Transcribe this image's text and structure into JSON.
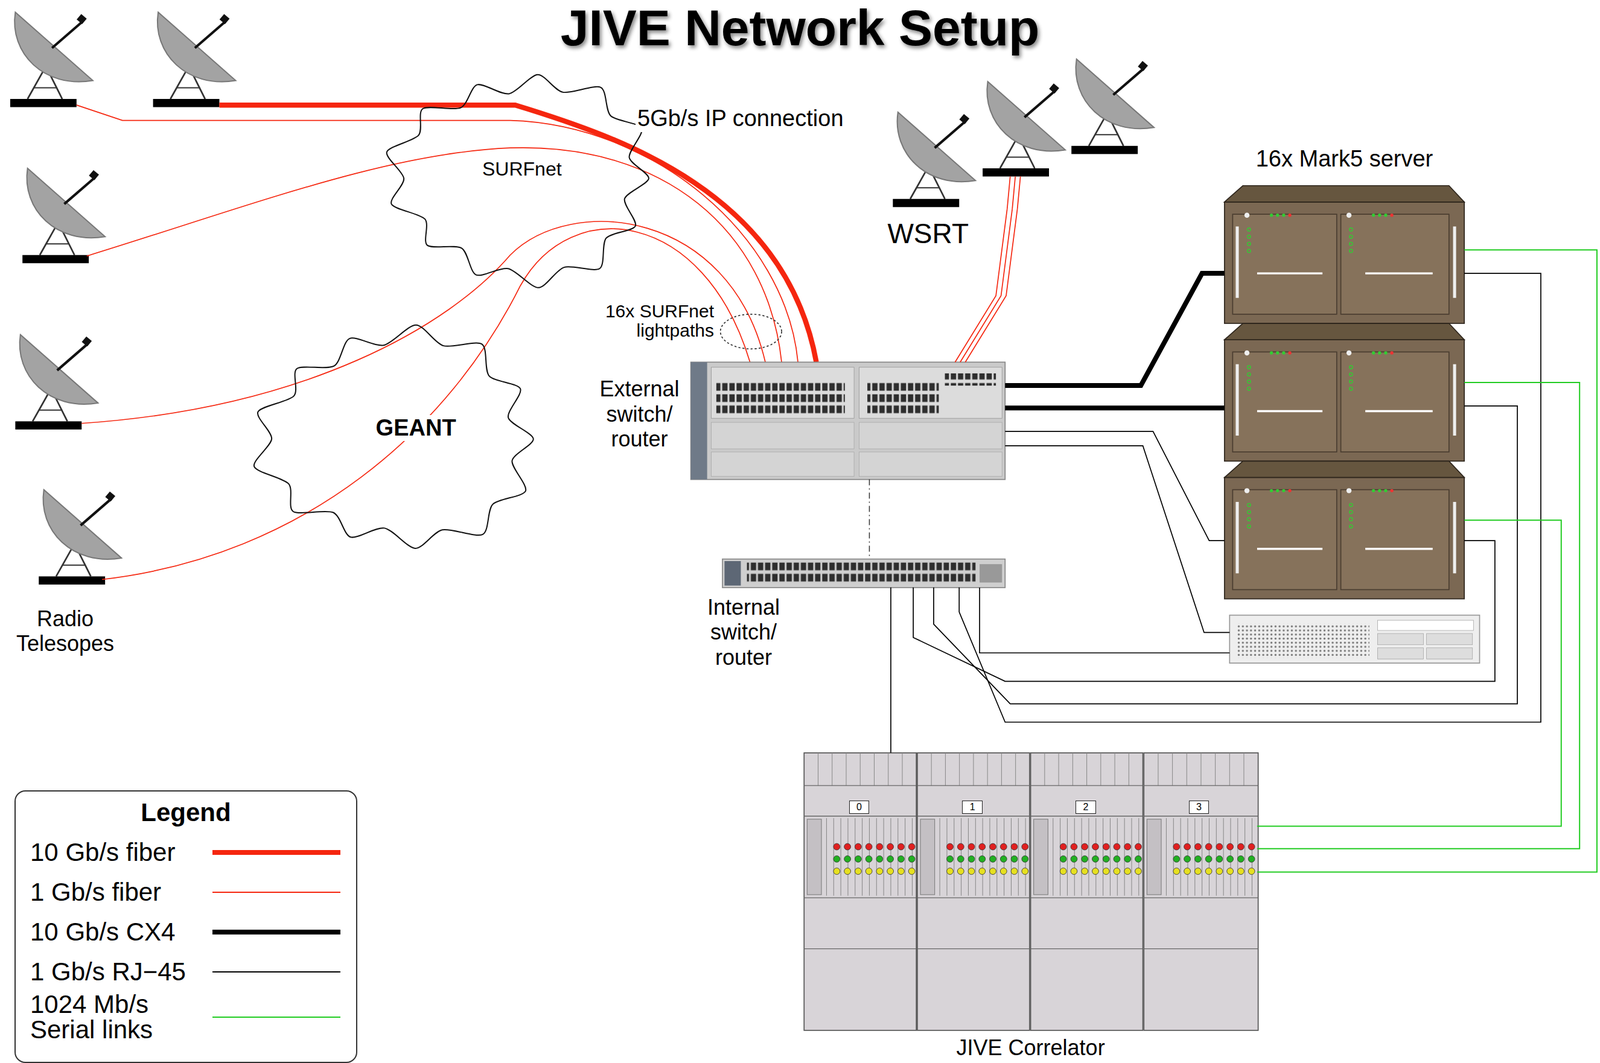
{
  "diagram": {
    "title": "JIVE Network Setup",
    "nodes": [
      {
        "text": [
          "SURFnet"
        ]
      },
      {
        "text": [
          "WSRT"
        ]
      },
      {
        "text": [
          "16x Mark5 server"
        ]
      },
      {
        "text": [
          "External switch/ router"
        ]
      },
      {
        "text": [
          "GEANT"
        ]
      },
      {
        "text": [
          "Internal switch/ router"
        ]
      },
      {
        "text": [
          "JIVE Correlator"
        ]
      },
      {
        "text": [
          "0"
        ],
        "in": 6
      },
      {
        "text": [
          "1"
        ],
        "in": 6
      },
      {
        "text": [
          "2"
        ],
        "in": 6
      },
      {
        "text": [
          "3"
        ],
        "in": 6
      }
    ],
    "edges": [
      {
        "from": 1,
        "to": 3,
        "arrow": "none"
      },
      {
        "from": 1,
        "to": 3,
        "arrow": "none"
      },
      {
        "from": 1,
        "to": 3,
        "arrow": "none"
      },
      {
        "from": 3,
        "to": 5,
        "arrow": "none"
      },
      {
        "from": 3,
        "to": 2,
        "arrow": "none"
      },
      {
        "from": 3,
        "to": 2,
        "arrow": "none"
      },
      {
        "from": 3,
        "to": 2,
        "arrow": "none"
      },
      {
        "from": 5,
        "to": 2,
        "arrow": "none"
      },
      {
        "from": 5,
        "to": 2,
        "arrow": "none"
      },
      {
        "from": 5,
        "to": 2,
        "arrow": "none"
      },
      {
        "from": 5,
        "to": 6,
        "arrow": "none"
      },
      {
        "from": 2,
        "to": 6,
        "arrow": "none"
      },
      {
        "from": 2,
        "to": 6,
        "arrow": "none"
      },
      {
        "from": 2,
        "to": 6,
        "arrow": "none"
      }
    ],
    "labels": [
      "5Gb/s IP connection",
      "16x SURFnet lightpaths",
      "Radio Telesopes",
      "Legend"
    ],
    "legend": [
      {
        "text": "10 Gb/s fiber"
      },
      {
        "text": "1 Gb/s fiber"
      },
      {
        "text": "10 Gb/s CX4"
      },
      {
        "text": "1 Gb/s RJ−45"
      },
      {
        "text": "1024 Mb/s Serial links"
      }
    ]
  }
}
